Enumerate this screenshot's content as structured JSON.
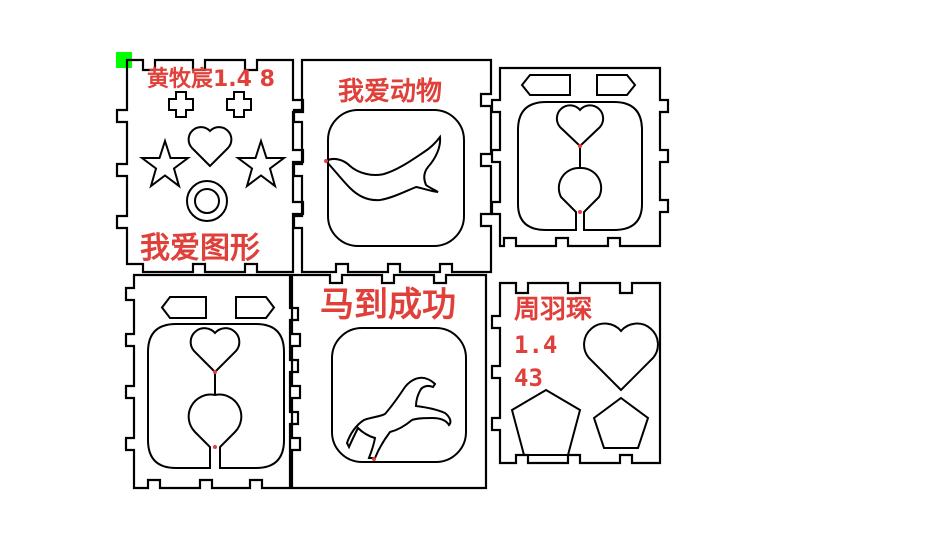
{
  "colors": {
    "text": "#e0403a",
    "stroke": "#000000",
    "marker": "#00ff00",
    "background": "#ffffff"
  },
  "panels": [
    {
      "id": "panel-1",
      "top_text": "黄牧宸1.4 8",
      "bottom_text": "我爱图形"
    },
    {
      "id": "panel-2",
      "title": "我爱动物"
    },
    {
      "id": "panel-3"
    },
    {
      "id": "panel-4"
    },
    {
      "id": "panel-5",
      "title": "马到成功"
    },
    {
      "id": "panel-6",
      "line1": "周羽琛",
      "line2": "1.4",
      "line3": "43"
    }
  ]
}
